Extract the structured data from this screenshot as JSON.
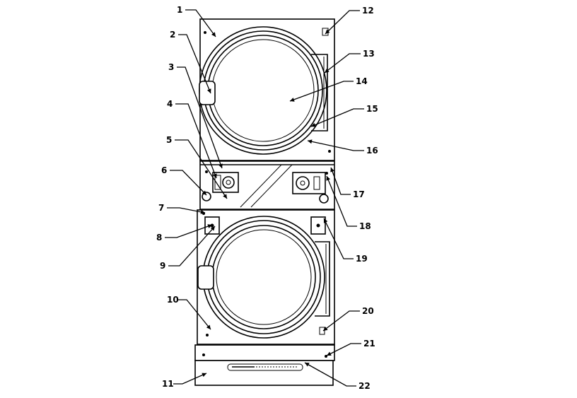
{
  "callouts": [
    {
      "id": "1",
      "label": "1"
    },
    {
      "id": "2",
      "label": "2"
    },
    {
      "id": "3",
      "label": "3"
    },
    {
      "id": "4",
      "label": "4"
    },
    {
      "id": "5",
      "label": "5"
    },
    {
      "id": "6",
      "label": "6"
    },
    {
      "id": "7",
      "label": "7"
    },
    {
      "id": "8",
      "label": "8"
    },
    {
      "id": "9",
      "label": "9"
    },
    {
      "id": "10",
      "label": "10"
    },
    {
      "id": "11",
      "label": "11"
    },
    {
      "id": "12",
      "label": "12"
    },
    {
      "id": "13",
      "label": "13"
    },
    {
      "id": "14",
      "label": "14"
    },
    {
      "id": "15",
      "label": "15"
    },
    {
      "id": "16",
      "label": "16"
    },
    {
      "id": "17",
      "label": "17"
    },
    {
      "id": "18",
      "label": "18"
    },
    {
      "id": "19",
      "label": "19"
    },
    {
      "id": "20",
      "label": "20"
    },
    {
      "id": "21",
      "label": "21"
    },
    {
      "id": "22",
      "label": "22"
    }
  ]
}
